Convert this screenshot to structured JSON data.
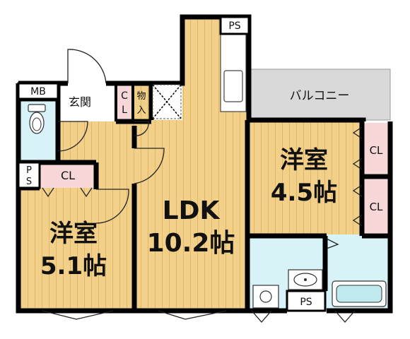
{
  "colors": {
    "floor_wood": "#f2d089",
    "floor_wood_stripe": "#e0b865",
    "closet_pink": "#f7d7d8",
    "wet_area_blue": "#d8f3f7",
    "balcony_gray": "#d9d9d9",
    "wall": "#000000"
  },
  "labels": {
    "mb": "MB",
    "entrance": "玄関",
    "cl_entrance": "C L",
    "storage": "物入",
    "ps_top": "PS",
    "ps_left": "P S",
    "cl_left": "CL",
    "western_left_name": "洋室",
    "western_left_size": "5.1帖",
    "ldk_name": "LDK",
    "ldk_size": "10.2帖",
    "balcony": "バルコニー",
    "western_right_name": "洋室",
    "western_right_size": "4.5帖",
    "cl_right_top": "CL",
    "cl_right_bottom": "CL",
    "ps_bottom": "PS"
  }
}
